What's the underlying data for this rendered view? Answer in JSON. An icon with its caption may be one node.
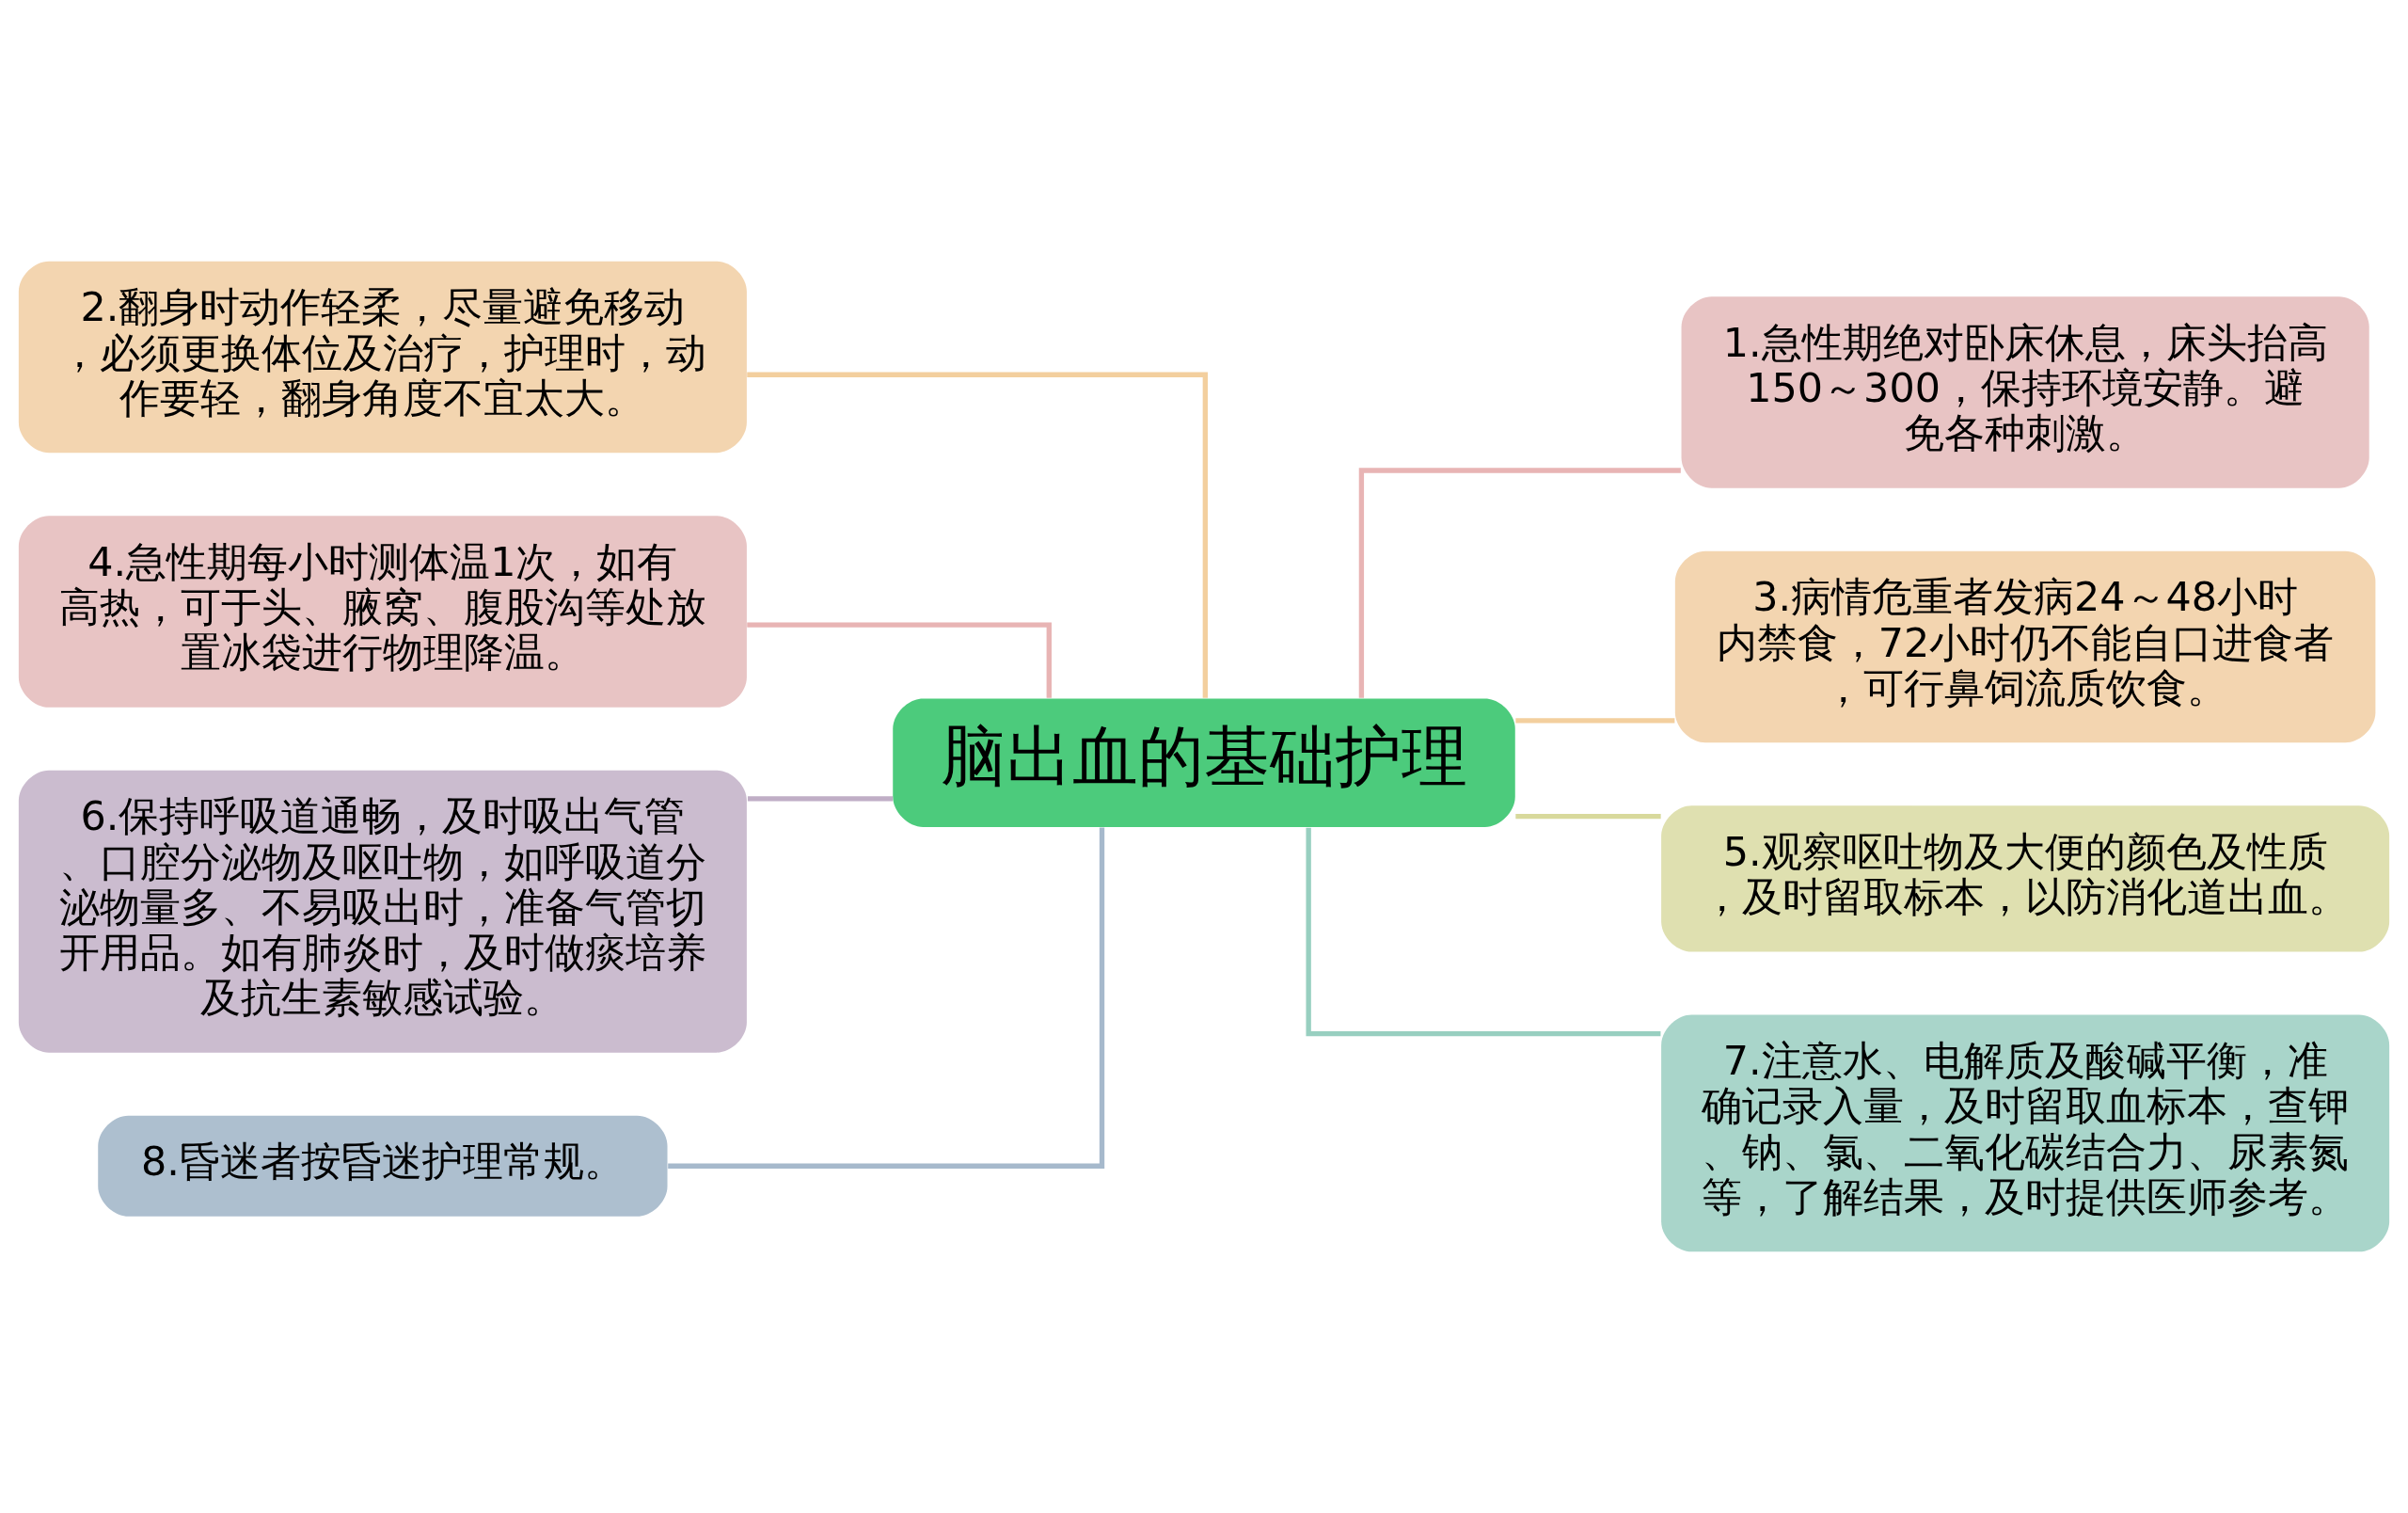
{
  "diagram": {
    "nodes": [
      {
        "text": [
          "脑出血的基础护理"
        ]
      },
      {
        "text": [
          "1.急性期绝对卧床休息，床头抬高150～300，保持环境安静。避免各种刺激。"
        ]
      },
      {
        "text": [
          "2.翻身时动作轻柔，尽量避免移动，必须更换体位及治疗，护理时，动作要轻，翻身角度不宜太大。"
        ]
      },
      {
        "text": [
          "3.病情危重者发病24～48小时内禁食，72小时仍不能自口进食者，可行鼻饲流质饮食。"
        ]
      },
      {
        "text": [
          "4.急性期每小时测体温1次，如有高热，可于头、腋窝、腹股沟等处放置冰袋进行物理降温。"
        ]
      },
      {
        "text": [
          "5.观察呕吐物及大便的颜色及性质，及时留取标本，以防消化道出血。"
        ]
      },
      {
        "text": [
          "6.保持呼吸道通畅，及时吸出气管、口腔分泌物及呕吐物，如呼吸道分泌物量多、不易吸出时，准备气管切开用品。如有肺炎时，及时做痰培养及抗生素敏感试验。"
        ]
      },
      {
        "text": [
          "7.注意水、电解质及酸碱平衡，准确记录入量，及时留取血标本，查钾、钠、氯、二氧化碳结合力、尿素氮等，了解结果，及时提供医师参考。"
        ]
      },
      {
        "text": [
          "8.昏迷者按昏迷护理常规。"
        ]
      }
    ],
    "edges": [
      {
        "from": 0,
        "to": 1,
        "arrow": "none",
        "color": "#e8b4b4"
      },
      {
        "from": 2,
        "to": 0,
        "arrow": "none",
        "color": "#f3cf9e"
      },
      {
        "from": 0,
        "to": 3,
        "arrow": "none",
        "color": "#f3cf9e"
      },
      {
        "from": 4,
        "to": 0,
        "arrow": "none",
        "color": "#e8b4b4"
      },
      {
        "from": 0,
        "to": 5,
        "arrow": "none",
        "color": "#d8d99c"
      },
      {
        "from": 6,
        "to": 0,
        "arrow": "none",
        "color": "#c0aec6"
      },
      {
        "from": 0,
        "to": 7,
        "arrow": "none",
        "color": "#98cfc0"
      },
      {
        "from": 8,
        "to": 0,
        "arrow": "none",
        "color": "#a6b9cc"
      }
    ]
  }
}
